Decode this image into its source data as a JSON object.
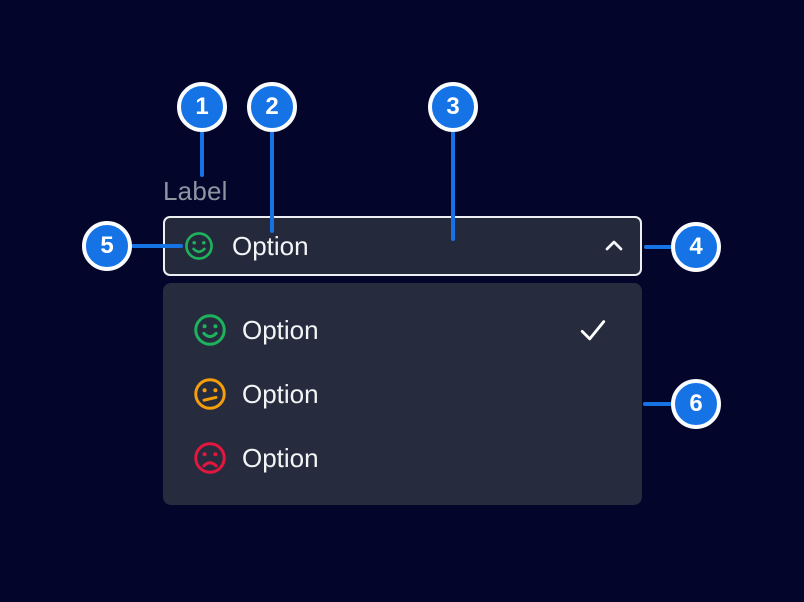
{
  "select": {
    "label": "Label",
    "value": "Option",
    "value_icon": "happy-face-icon",
    "chevron_icon": "chevron-up-icon"
  },
  "menu": {
    "items": [
      {
        "label": "Option",
        "icon": "happy-face-icon",
        "mood": "positive",
        "selected": true,
        "check_icon": "check-icon"
      },
      {
        "label": "Option",
        "icon": "neutral-face-icon",
        "mood": "neutral",
        "selected": false,
        "check_icon": ""
      },
      {
        "label": "Option",
        "icon": "sad-face-icon",
        "mood": "negative",
        "selected": false,
        "check_icon": ""
      }
    ]
  },
  "callouts": [
    {
      "number": "1",
      "target": "label"
    },
    {
      "number": "2",
      "target": "value-icon"
    },
    {
      "number": "3",
      "target": "select-trigger"
    },
    {
      "number": "4",
      "target": "chevron"
    },
    {
      "number": "5",
      "target": "field"
    },
    {
      "number": "6",
      "target": "dropdown-menu"
    }
  ],
  "colors": {
    "background": "#04052B",
    "panel": "#252B3D",
    "field_border": "#EDEFF3",
    "accent_blue": "#1673E6",
    "positive_green": "#1FB25C",
    "neutral_orange": "#F59E0B",
    "negative_red": "#E3173E",
    "text_primary": "#F2F4F6",
    "text_label": "#8E95A1"
  }
}
